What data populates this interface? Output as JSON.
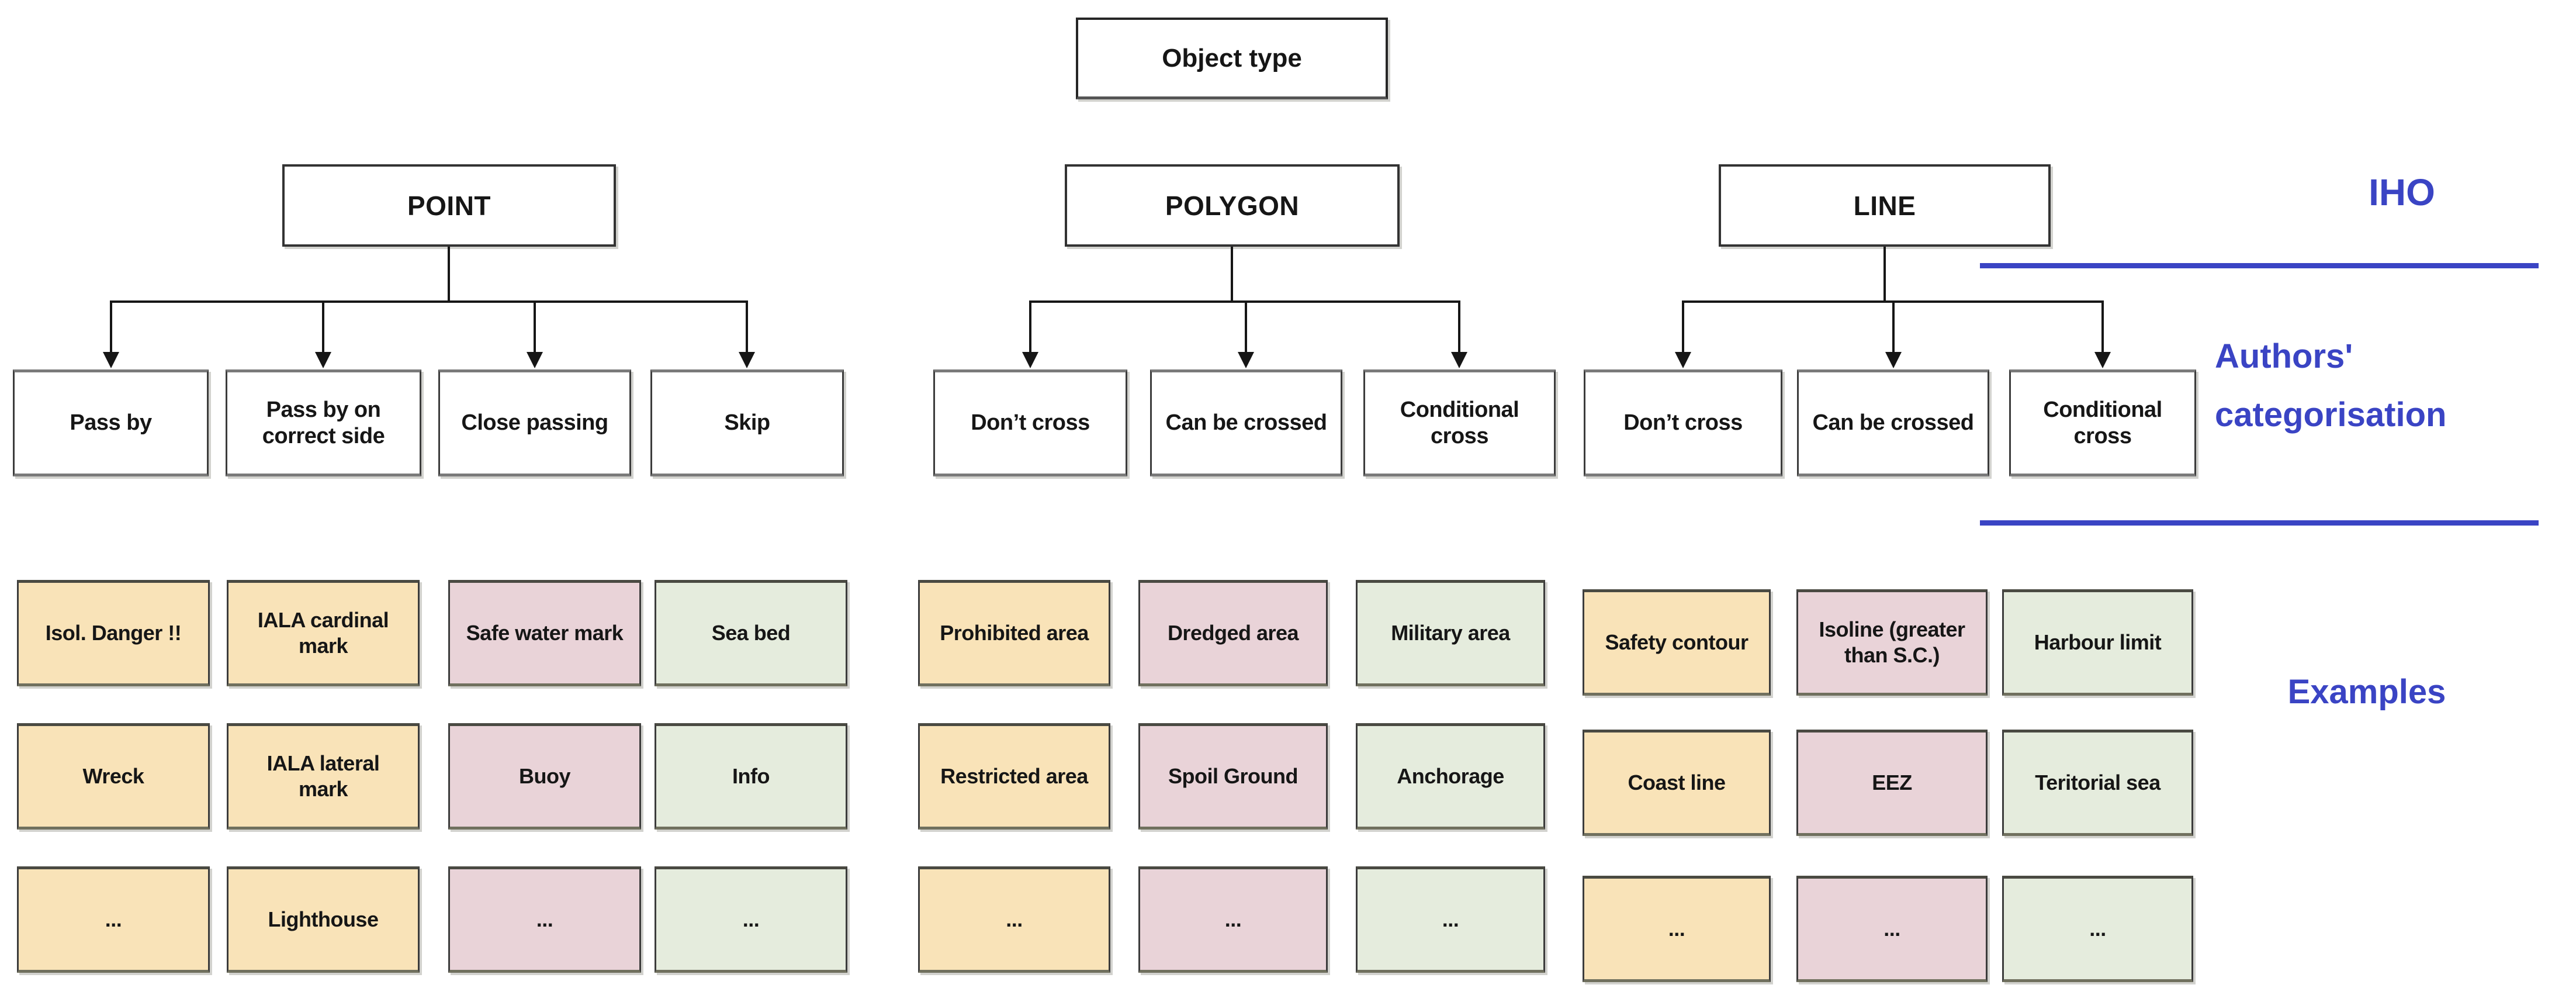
{
  "title": "Object type",
  "side_labels": {
    "iho": "IHO",
    "authors_line1": "Authors'",
    "authors_line2": "categorisation",
    "examples": "Examples"
  },
  "colors": {
    "accent_blue": "#3a44c4",
    "example_cream": "#f9e3b8",
    "example_pink": "#e9d3d8",
    "example_green": "#e5ecdd"
  },
  "branches": [
    {
      "label": "POINT",
      "categories": [
        "Pass by",
        "Pass by on correct side",
        "Close passing",
        "Skip"
      ]
    },
    {
      "label": "POLYGON",
      "categories": [
        "Don’t cross",
        "Can be crossed",
        "Conditional cross"
      ]
    },
    {
      "label": "LINE",
      "categories": [
        "Don’t cross",
        "Can be crossed",
        "Conditional cross"
      ]
    }
  ],
  "examples": {
    "point": [
      {
        "color": "cream",
        "items": [
          "Isol. Danger !!",
          "Wreck",
          "..."
        ]
      },
      {
        "color": "cream",
        "items": [
          "IALA cardinal mark",
          "IALA lateral mark",
          "Lighthouse"
        ]
      },
      {
        "color": "pink",
        "items": [
          "Safe water mark",
          "Buoy",
          "..."
        ]
      },
      {
        "color": "green",
        "items": [
          "Sea bed",
          "Info",
          "..."
        ]
      }
    ],
    "polygon": [
      {
        "color": "cream",
        "items": [
          "Prohibited area",
          "Restricted area",
          "..."
        ]
      },
      {
        "color": "pink",
        "items": [
          "Dredged area",
          "Spoil Ground",
          "..."
        ]
      },
      {
        "color": "green",
        "items": [
          "Military area",
          "Anchorage",
          "..."
        ]
      }
    ],
    "line": [
      {
        "color": "cream",
        "items": [
          "Safety contour",
          "Coast line",
          "..."
        ]
      },
      {
        "color": "pink",
        "items": [
          "Isoline (greater than S.C.)",
          "EEZ",
          "..."
        ]
      },
      {
        "color": "green",
        "items": [
          "Harbour limit",
          "Teritorial sea",
          "..."
        ]
      }
    ]
  }
}
